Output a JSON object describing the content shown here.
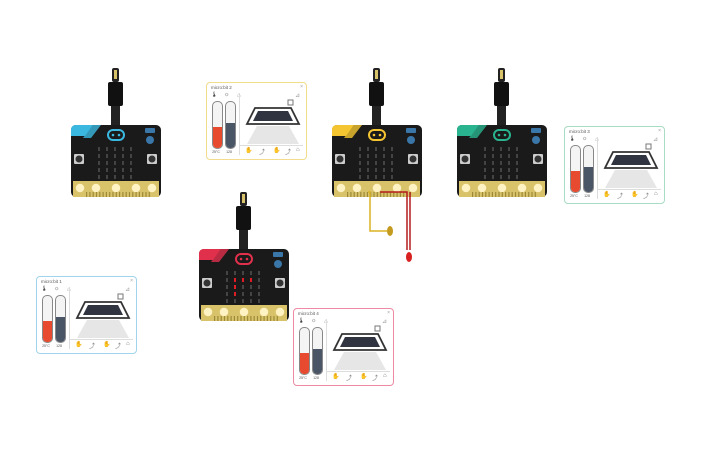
{
  "colors": {
    "board_body": "#1a1a1a",
    "gold": "#d9c36a",
    "cyan": "#3bb8e0",
    "yellow": "#f4c531",
    "green": "#29b48f",
    "red": "#e0304c",
    "led_on": "#e01c24",
    "panel_blue": "#9fd4ec",
    "panel_yellow": "#f1dd8c",
    "panel_green": "#a8dcc3",
    "panel_pink": "#ef8aa5",
    "temp_fill": "#e84a2f",
    "light_fill": "#4a5566"
  },
  "boards": [
    {
      "name": "microbit-cyan",
      "accent": "cyan",
      "leds_on": []
    },
    {
      "name": "microbit-yellow",
      "accent": "yellow",
      "leds_on": []
    },
    {
      "name": "microbit-green",
      "accent": "green",
      "leds_on": []
    },
    {
      "name": "microbit-red",
      "accent": "red",
      "leds_on": [
        [
          1,
          1
        ],
        [
          1,
          2
        ],
        [
          1,
          3
        ],
        [
          2,
          1
        ],
        [
          3,
          1
        ]
      ]
    }
  ],
  "panels": {
    "p1": {
      "title": "micro:bit 1",
      "close": "×",
      "temp_label": "25°C",
      "light_label": "128",
      "temp_level": 0.45,
      "light_level": 0.55
    },
    "p2": {
      "title": "micro:bit 2",
      "close": "×",
      "temp_label": "25°C",
      "light_label": "128",
      "temp_level": 0.45,
      "light_level": 0.55
    },
    "p3": {
      "title": "micro:bit 3",
      "close": "×",
      "temp_label": "25°C",
      "light_label": "128",
      "temp_level": 0.45,
      "light_level": 0.55
    },
    "p4": {
      "title": "micro:bit 4",
      "close": "×",
      "temp_label": "25°C",
      "light_label": "128",
      "temp_level": 0.45,
      "light_level": 0.55
    }
  },
  "icons": {
    "home": "⌂",
    "pin": "⊿",
    "thermometer": "🌡",
    "sun": "☼",
    "shake": "✋",
    "tilt": "⤴",
    "close": "×"
  }
}
